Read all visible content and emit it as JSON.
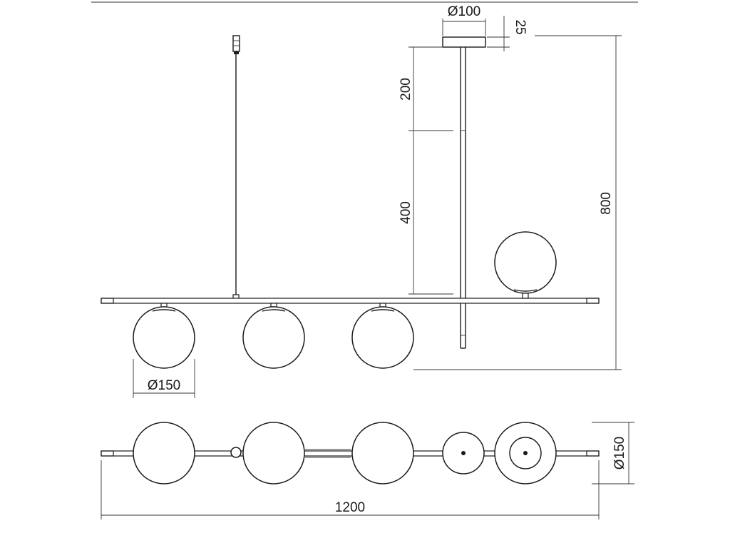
{
  "dimensions": {
    "canopy_diameter": "Ø100",
    "canopy_height": "25",
    "stem_upper": "200",
    "stem_lower": "400",
    "total_height": "800",
    "globe_diameter_front": "Ø150",
    "globe_diameter_top": "Ø150",
    "total_length": "1200"
  }
}
